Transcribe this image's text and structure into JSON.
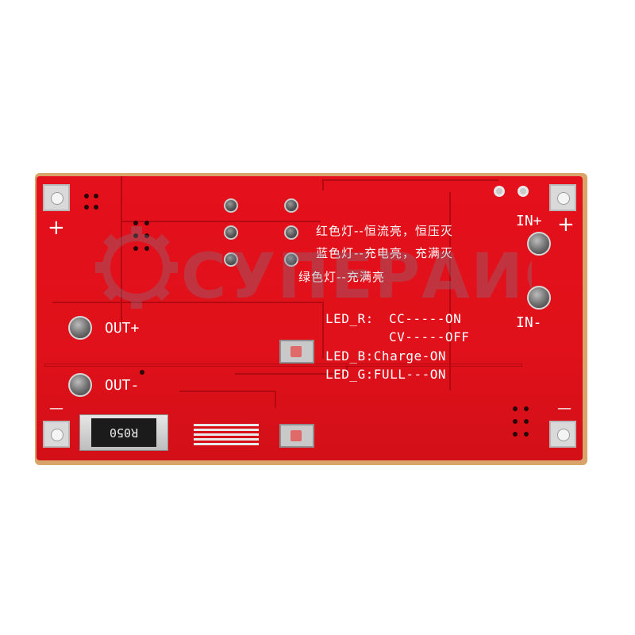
{
  "board": {
    "color": "#e0111a",
    "silkscreen_color": "#ffffff"
  },
  "silkscreen": {
    "cn_line1": "红色灯--恒流亮，恒压灭",
    "cn_line2": "蓝色灯--充电亮，充满灭",
    "cn_line3": "绿色灯--充满亮",
    "led_r_label": "LED_R:",
    "led_r_cc": "CC-----ON",
    "led_r_cv": "CV-----OFF",
    "led_b": "LED_B:Charge-ON",
    "led_g": "LED_G:FULL---ON",
    "out_plus": "OUT+",
    "out_minus": "OUT-",
    "in_plus": "IN+",
    "in_minus": "IN-",
    "plus_sign": "+",
    "minus_sign": "—",
    "resistor_code": "R050"
  },
  "watermark": {
    "text": "СУПЕРАИС",
    "icon": "gear-icon"
  }
}
